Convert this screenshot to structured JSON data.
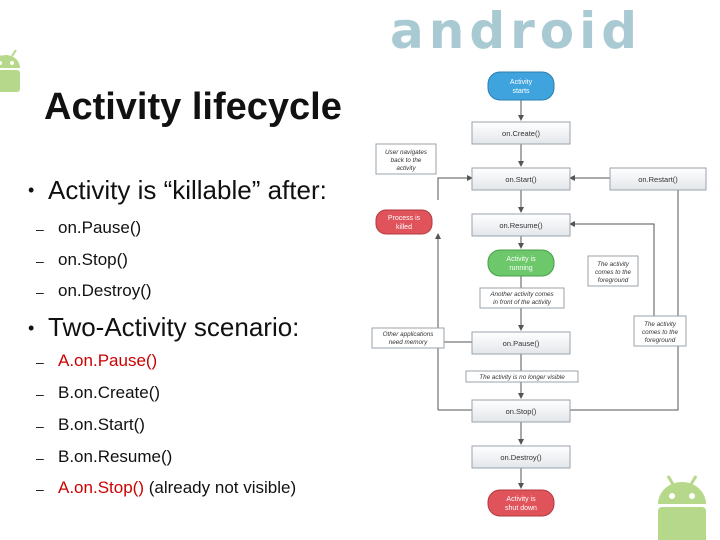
{
  "slide": {
    "logo": "android",
    "title": "Activity lifecycle",
    "bullet1": "Activity is “killable” after:",
    "bullet1_items": [
      "on.Pause()",
      "on.Stop()",
      "on.Destroy()"
    ],
    "bullet2": "Two-Activity scenario:",
    "bullet2_items": {
      "item1": "A.on.Pause()",
      "item2": "B.on.Create()",
      "item3": "B.on.Start()",
      "item4": "B.on.Resume()",
      "item5_call": "A.on.Stop()",
      "item5_note": " (already not visible)"
    }
  },
  "diagram": {
    "activity_starts": [
      "Activity",
      "starts"
    ],
    "on_create": "on.Create()",
    "on_start": "on.Start()",
    "on_restart": "on.Restart()",
    "on_resume": "on.Resume()",
    "activity_running": [
      "Activity is",
      "running"
    ],
    "on_pause": "on.Pause()",
    "on_stop": "on.Stop()",
    "on_destroy": "on.Destroy()",
    "activity_shutdown": [
      "Activity is",
      "shut down"
    ],
    "process_killed": [
      "Process is",
      "killed"
    ],
    "user_navigates": [
      "User navigates",
      "back to the",
      "activity"
    ],
    "comes_foreground_1": [
      "The activity",
      "comes to the",
      "foreground"
    ],
    "another_activity": [
      "Another activity comes",
      "in front of the activity"
    ],
    "other_apps": [
      "Other applications",
      "need memory"
    ],
    "comes_foreground_2": [
      "The activity",
      "comes to the",
      "foreground"
    ],
    "no_longer_visible": "The activity is no longer visible",
    "colors": {
      "start": "#3fa4dd",
      "running": "#6cc86a",
      "killed": "#e0535b",
      "box_border": "#9aa3ad"
    }
  }
}
